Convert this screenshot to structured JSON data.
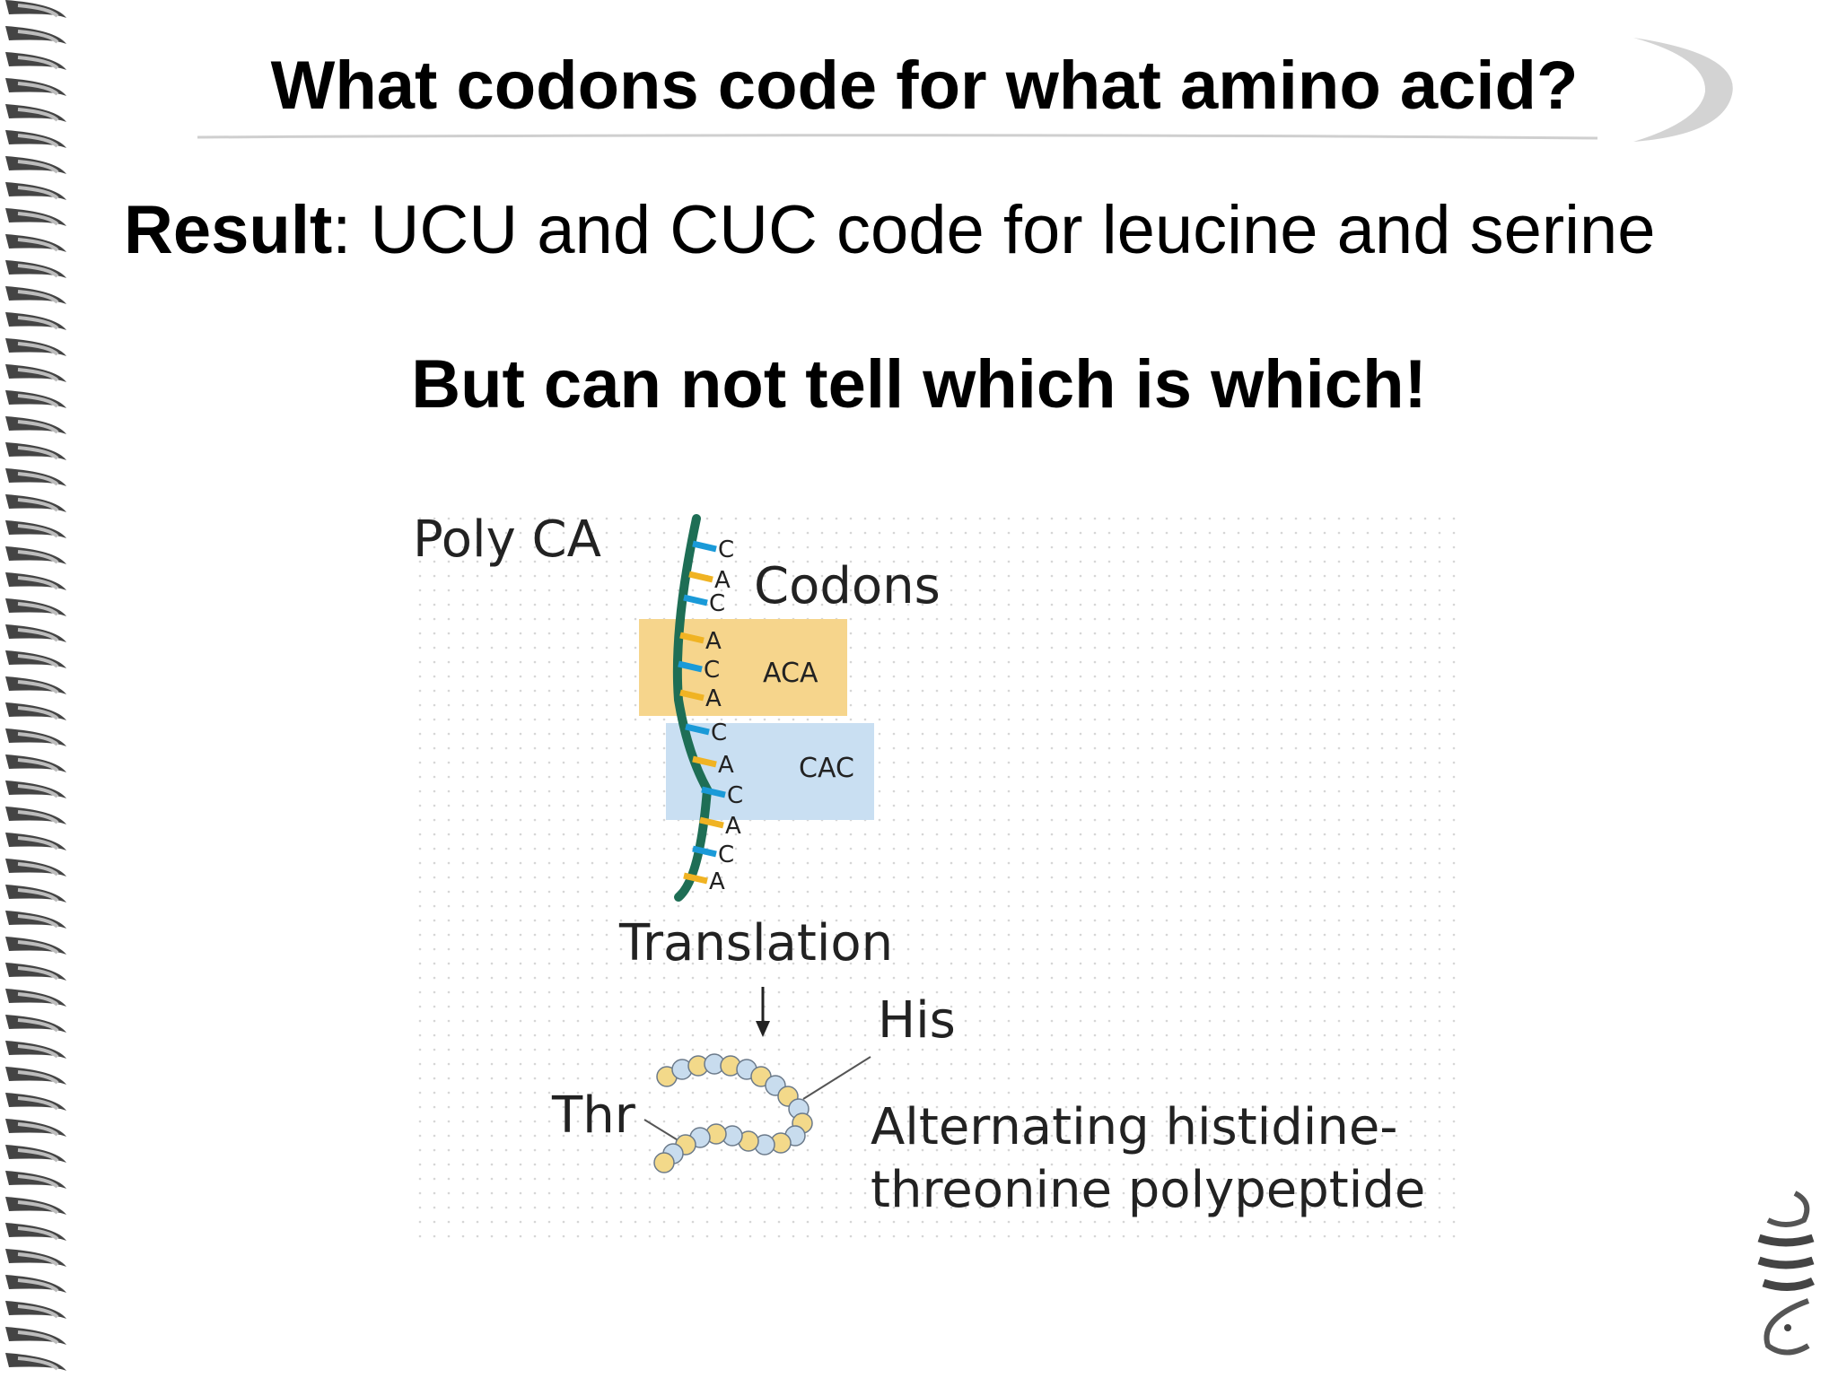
{
  "slide": {
    "title": "What codons code for what amino acid?",
    "result_label": "Result",
    "result_sep": ":",
    "result_text": " UCU and CUC code for leucine and serine",
    "subhead": "But can not tell which is which!"
  },
  "figure": {
    "input_label": "Poly CA",
    "codons_label": "Codons",
    "codon_1": "ACA",
    "codon_2": "CAC",
    "bases": [
      "C",
      "A",
      "C",
      "A",
      "C",
      "A",
      "C",
      "A",
      "C",
      "A",
      "C",
      "A"
    ],
    "translation_label": "Translation",
    "his_label": "His",
    "thr_label": "Thr",
    "product_line1": "Alternating histidine-",
    "product_line2": "threonine polypeptide",
    "colors": {
      "c_base": "#1a9ad8",
      "a_base": "#f0b323",
      "backbone": "#1e6e55",
      "aca_box": "#f6d58c",
      "cac_box": "#c9dff2",
      "his_bead": "#c8dcee",
      "thr_bead": "#f3d98a"
    }
  }
}
